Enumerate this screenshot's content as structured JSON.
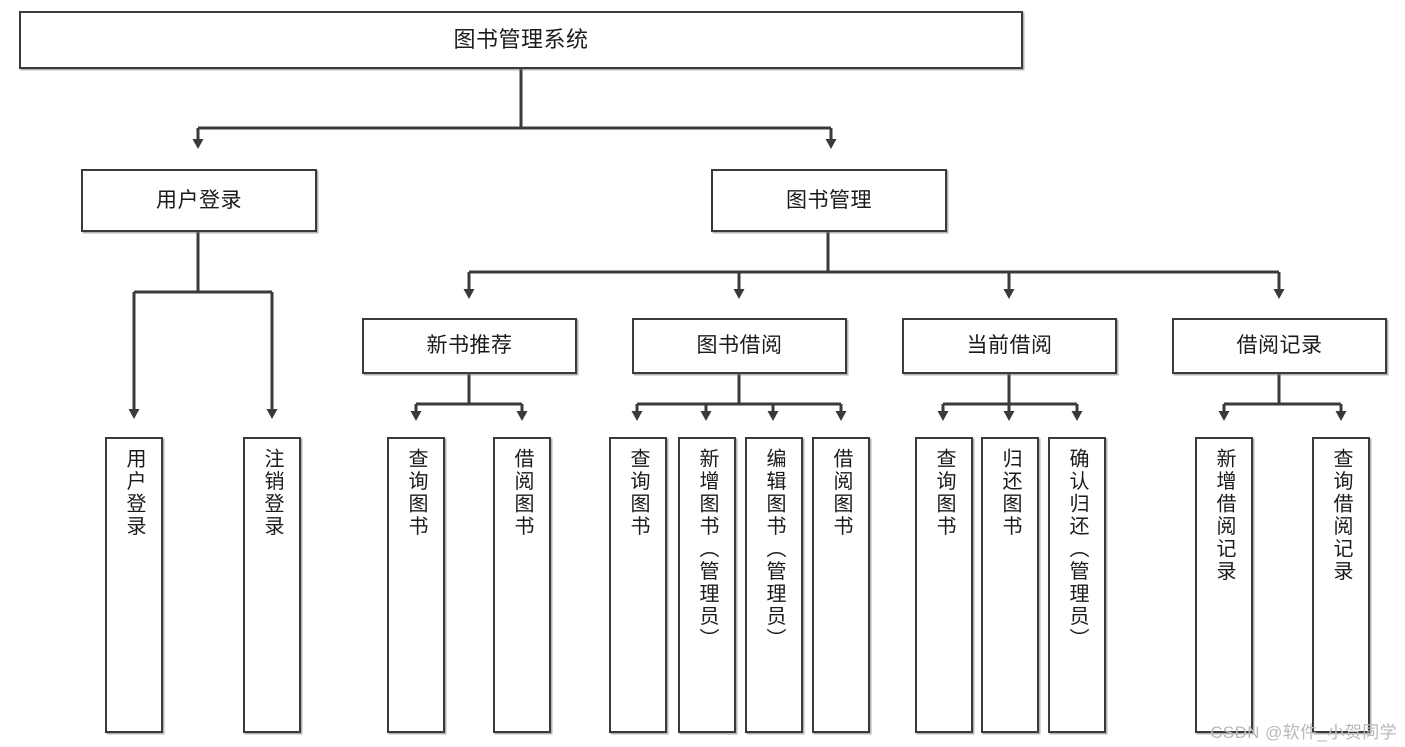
{
  "diagram": {
    "type": "tree-hierarchy",
    "title": "图书管理系统",
    "watermark": "CSDN @软件_小贺同学",
    "colors": {
      "border": "#3a3a3a",
      "background": "#ffffff",
      "text": "#1b1b1b",
      "watermark": "#b9b9b9"
    },
    "levels": [
      {
        "level": 1,
        "nodes": [
          {
            "id": "root",
            "label": "图书管理系统",
            "orientation": "horizontal"
          }
        ]
      },
      {
        "level": 2,
        "nodes": [
          {
            "id": "l2-0",
            "label": "用户登录",
            "orientation": "horizontal",
            "parent": "root"
          },
          {
            "id": "l2-1",
            "label": "图书管理",
            "orientation": "horizontal",
            "parent": "root"
          }
        ]
      },
      {
        "level": 3,
        "nodes": [
          {
            "id": "l3-0",
            "label": "新书推荐",
            "orientation": "horizontal",
            "parent": "l2-1"
          },
          {
            "id": "l3-1",
            "label": "图书借阅",
            "orientation": "horizontal",
            "parent": "l2-1"
          },
          {
            "id": "l3-2",
            "label": "当前借阅",
            "orientation": "horizontal",
            "parent": "l2-1"
          },
          {
            "id": "l3-3",
            "label": "借阅记录",
            "orientation": "horizontal",
            "parent": "l2-1"
          }
        ]
      },
      {
        "level": 4,
        "nodes": [
          {
            "id": "l4-0",
            "label": "用户登录",
            "orientation": "vertical",
            "parent": "l2-0"
          },
          {
            "id": "l4-1",
            "label": "注销登录",
            "orientation": "vertical",
            "parent": "l2-0"
          },
          {
            "id": "l4-2",
            "label": "查询图书",
            "orientation": "vertical",
            "parent": "l3-0"
          },
          {
            "id": "l4-3",
            "label": "借阅图书",
            "orientation": "vertical",
            "parent": "l3-0"
          },
          {
            "id": "l4-4",
            "label": "查询图书",
            "orientation": "vertical",
            "parent": "l3-1"
          },
          {
            "id": "l4-5",
            "label": "新增图书（管理员）",
            "orientation": "vertical",
            "parent": "l3-1"
          },
          {
            "id": "l4-6",
            "label": "编辑图书（管理员）",
            "orientation": "vertical",
            "parent": "l3-1"
          },
          {
            "id": "l4-7",
            "label": "借阅图书",
            "orientation": "vertical",
            "parent": "l3-1"
          },
          {
            "id": "l4-8",
            "label": "查询图书",
            "orientation": "vertical",
            "parent": "l3-2"
          },
          {
            "id": "l4-9",
            "label": "归还图书",
            "orientation": "vertical",
            "parent": "l3-2"
          },
          {
            "id": "l4-10",
            "label": "确认归还（管理员）",
            "orientation": "vertical",
            "parent": "l3-2"
          },
          {
            "id": "l4-11",
            "label": "新增借阅记录",
            "orientation": "vertical",
            "parent": "l3-3"
          },
          {
            "id": "l4-12",
            "label": "查询借阅记录",
            "orientation": "vertical",
            "parent": "l3-3"
          }
        ]
      }
    ]
  }
}
